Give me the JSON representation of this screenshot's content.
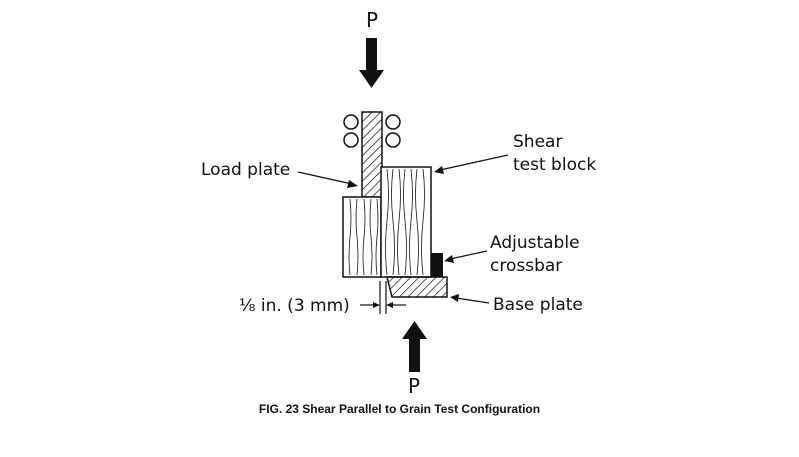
{
  "labels": {
    "load_top": "P",
    "load_bottom": "P",
    "load_plate": "Load plate",
    "shear_block_line1": "Shear",
    "shear_block_line2": "test block",
    "crossbar_line1": "Adjustable",
    "crossbar_line2": "crossbar",
    "base_plate": "Base plate",
    "gap": "⅛ in. (3 mm)"
  },
  "caption": "FIG. 23 Shear Parallel to Grain Test Configuration"
}
